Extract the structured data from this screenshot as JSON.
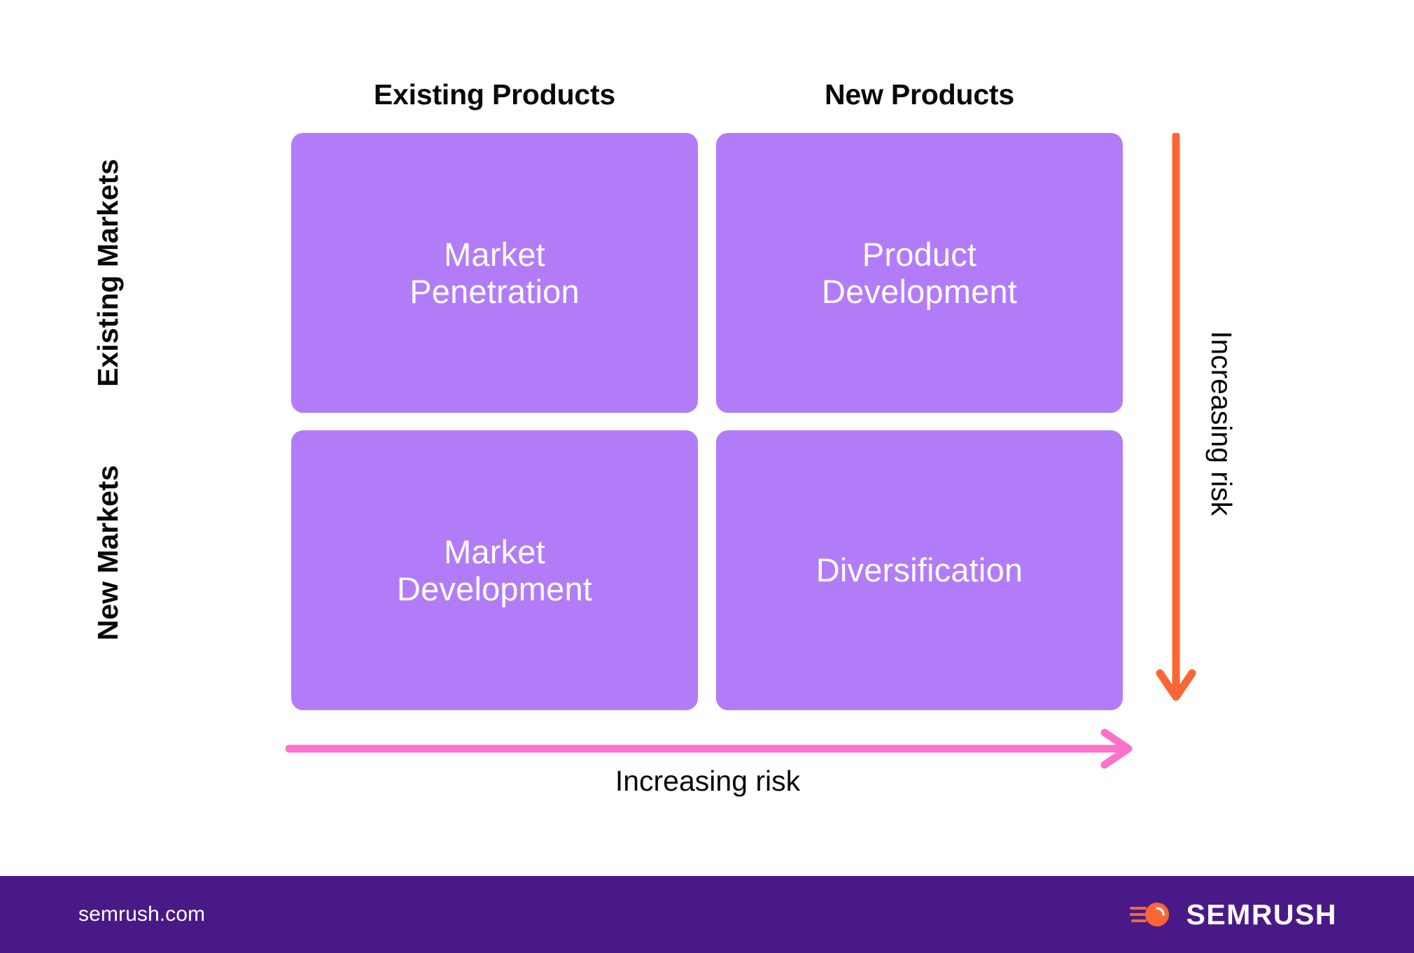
{
  "diagram": {
    "type": "ansoff-matrix",
    "column_headers": [
      {
        "id": "existing-products",
        "label": "Existing Products"
      },
      {
        "id": "new-products",
        "label": "New Products"
      }
    ],
    "row_headers": [
      {
        "id": "existing-markets",
        "label": "Existing Markets"
      },
      {
        "id": "new-markets",
        "label": "New Markets"
      }
    ],
    "quadrants": [
      {
        "id": "market-penetration",
        "label": "Market\nPenetration",
        "row": "Existing Markets",
        "column": "Existing Products"
      },
      {
        "id": "product-development",
        "label": "Product\nDevelopment",
        "row": "Existing Markets",
        "column": "New Products"
      },
      {
        "id": "market-development",
        "label": "Market\nDevelopment",
        "row": "New Markets",
        "column": "Existing Products"
      },
      {
        "id": "diversification",
        "label": "Diversification",
        "row": "New Markets",
        "column": "New Products"
      }
    ],
    "arrows": [
      {
        "id": "vertical-risk-arrow",
        "caption": "Increasing risk",
        "direction": "down",
        "color": "#fa6633"
      },
      {
        "id": "horizontal-risk-arrow",
        "caption": "Increasing risk",
        "direction": "right",
        "color": "#fc72c8"
      }
    ],
    "colors": {
      "quadrant_fill": "#b27cf9",
      "quadrant_text": "#ffffff",
      "label_text": "#090909",
      "background": "#ffffff",
      "orange_arrow": "#fa6633",
      "pink_arrow": "#fc72c8",
      "footer_background": "#491a87"
    }
  },
  "footer": {
    "url": "semrush.com",
    "brand": "SEMRUSH",
    "logo_icon": "semrush-comet-icon"
  }
}
